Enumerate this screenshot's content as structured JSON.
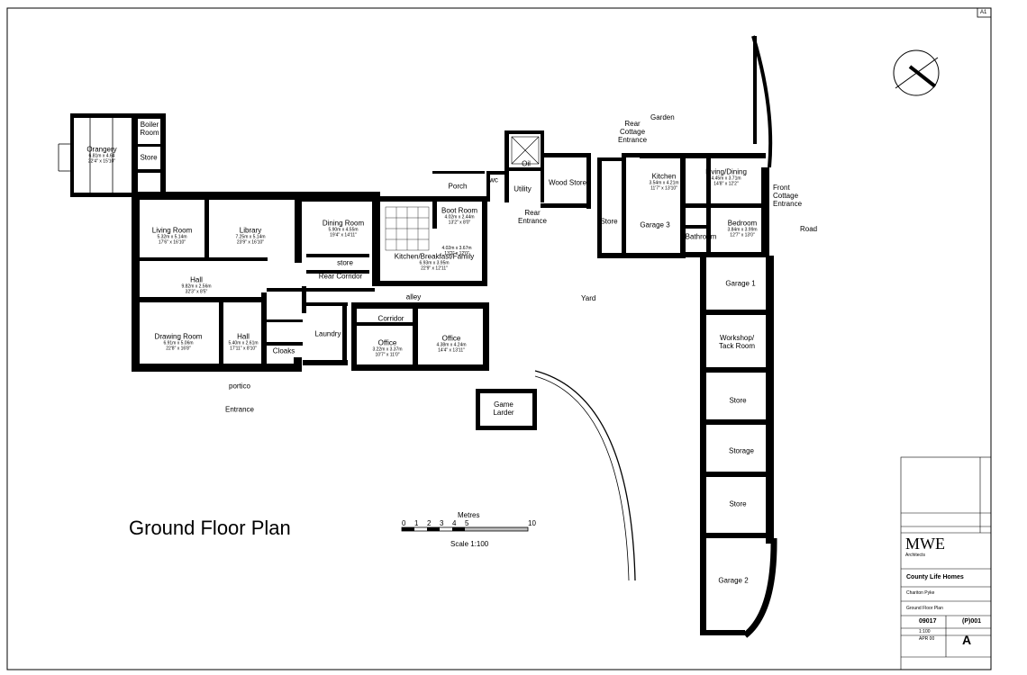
{
  "sheet": {
    "size": "A1",
    "title": "Ground Floor Plan"
  },
  "rooms": [
    {
      "id": "orangery",
      "name": "Orangery",
      "dims": "6.81m x 4.64\n22'4\" x 15'10\""
    },
    {
      "id": "boiler",
      "name": "Boiler\nRoom",
      "dims": ""
    },
    {
      "id": "store-a",
      "name": "Store",
      "dims": ""
    },
    {
      "id": "living-room",
      "name": "Living Room",
      "dims": "5.32m x 5.14m\n17'6\" x 16'10\""
    },
    {
      "id": "library",
      "name": "Library",
      "dims": "7.25m x 5.14m\n23'9\" x 16'10\""
    },
    {
      "id": "dining-room",
      "name": "Dining Room",
      "dims": "5.90m x 4.55m\n19'4\" x 14'11\""
    },
    {
      "id": "kitchen-breakfast",
      "name": "Kitchen/Breakfast/Family",
      "dims": "6.93m x 3.95m\n22'9\" x 12'11\""
    },
    {
      "id": "boot-room",
      "name": "Boot Room",
      "dims": "4.02m x 2.44m\n13'2\" x 8'0\""
    },
    {
      "id": "boot-room-2",
      "name": "",
      "dims": "4.02m x 3.67m\n13'2\" x 12'0\""
    },
    {
      "id": "porch",
      "name": "Porch",
      "dims": ""
    },
    {
      "id": "wc",
      "name": "wc",
      "dims": ""
    },
    {
      "id": "utility",
      "name": "Utility",
      "dims": ""
    },
    {
      "id": "oil",
      "name": "Oil",
      "dims": ""
    },
    {
      "id": "rear-entrance",
      "name": "Rear\nEntrance",
      "dims": ""
    },
    {
      "id": "wood-store",
      "name": "Wood Store",
      "dims": ""
    },
    {
      "id": "store-b",
      "name": "Store",
      "dims": ""
    },
    {
      "id": "garage-3",
      "name": "Garage 3",
      "dims": ""
    },
    {
      "id": "kitchen-cottage",
      "name": "Kitchen",
      "dims": "3.54m x 4.21m\n11'7\" x 13'10\""
    },
    {
      "id": "living-dining",
      "name": "Living/Dining",
      "dims": "4.45m x 3.71m\n14'8\" x 12'2\""
    },
    {
      "id": "bedroom",
      "name": "Bedroom",
      "dims": "3.84m x 3.99m\n12'7\" x 13'0\""
    },
    {
      "id": "bathroom",
      "name": "Bathroom",
      "dims": ""
    },
    {
      "id": "store-small",
      "name": "store",
      "dims": ""
    },
    {
      "id": "rear-corridor",
      "name": "Rear Corridor",
      "dims": ""
    },
    {
      "id": "hall-1",
      "name": "Hall",
      "dims": "9.82m x 2.56m\n32'3\" x 8'5\""
    },
    {
      "id": "drawing-room",
      "name": "Drawing Room",
      "dims": "6.91m x 5.06m\n22'8\" x 16'8\""
    },
    {
      "id": "hall-2",
      "name": "Hall",
      "dims": "5.40m x 2.61m\n17'11\" x 8'10\""
    },
    {
      "id": "cloaks",
      "name": "Cloaks",
      "dims": ""
    },
    {
      "id": "laundry",
      "name": "Laundry",
      "dims": ""
    },
    {
      "id": "corridor",
      "name": "Corridor",
      "dims": ""
    },
    {
      "id": "office-1",
      "name": "Office",
      "dims": "3.22m x 3.37m\n10'7\" x 11'0\""
    },
    {
      "id": "office-2",
      "name": "Office",
      "dims": "4.38m x 4.24m\n14'4\" x 13'11\""
    },
    {
      "id": "alley",
      "name": "alley",
      "dims": ""
    },
    {
      "id": "portico",
      "name": "portico",
      "dims": ""
    },
    {
      "id": "entrance",
      "name": "Entrance",
      "dims": ""
    },
    {
      "id": "game-larder",
      "name": "Game\nLarder",
      "dims": ""
    },
    {
      "id": "garage-1",
      "name": "Garage 1",
      "dims": ""
    },
    {
      "id": "workshop",
      "name": "Workshop/\nTack Room",
      "dims": ""
    },
    {
      "id": "store-c",
      "name": "Store",
      "dims": ""
    },
    {
      "id": "storage",
      "name": "Storage",
      "dims": ""
    },
    {
      "id": "store-d",
      "name": "Store",
      "dims": ""
    },
    {
      "id": "garage-2",
      "name": "Garage 2",
      "dims": ""
    }
  ],
  "external_labels": {
    "garden": "Garden",
    "rear_cottage_entrance": "Rear\nCottage\nEntrance",
    "front_cottage_entrance": "Front\nCottage\nEntrance",
    "road": "Road",
    "yard": "Yard"
  },
  "scale": {
    "heading": "Metres",
    "ticks": [
      "0",
      "1",
      "2",
      "3",
      "4",
      "5",
      "10"
    ],
    "text": "Scale 1:100"
  },
  "title_block": {
    "practice": "MWE",
    "practice_sub": "Architects",
    "client": "County Life Homes",
    "project": "Chariton Pyke",
    "drawing": "Ground Floor Plan",
    "job_no": "09017",
    "drawing_no": "(P)001",
    "scale": "1:100",
    "date": "APR 00",
    "revision": "A"
  }
}
